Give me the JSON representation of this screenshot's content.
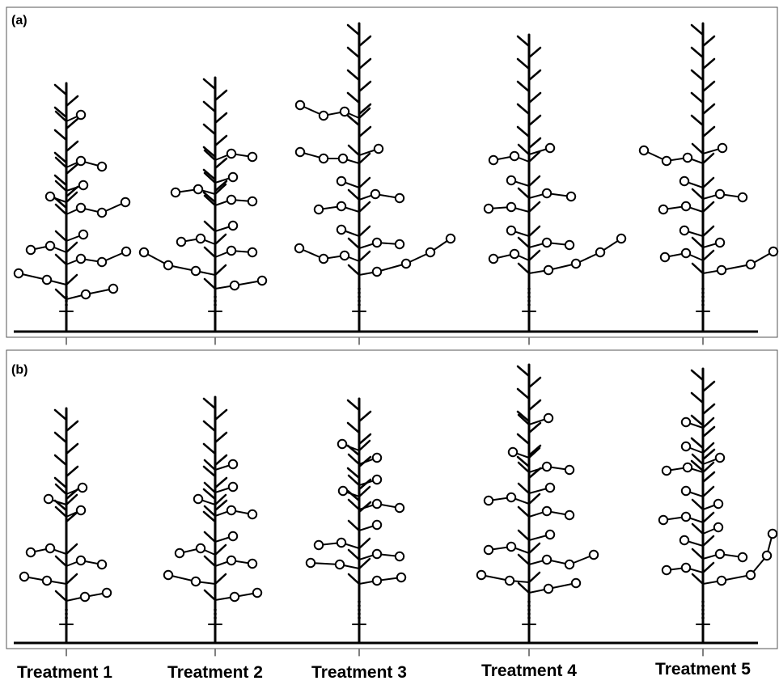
{
  "panels": [
    {
      "label": "(a)"
    },
    {
      "label": "(b)"
    }
  ],
  "treatments": [
    {
      "label": "Treatment 1"
    },
    {
      "label": "Treatment 2"
    },
    {
      "label": "Treatment 3"
    },
    {
      "label": "Treatment 4"
    },
    {
      "label": "Treatment 5"
    }
  ]
}
